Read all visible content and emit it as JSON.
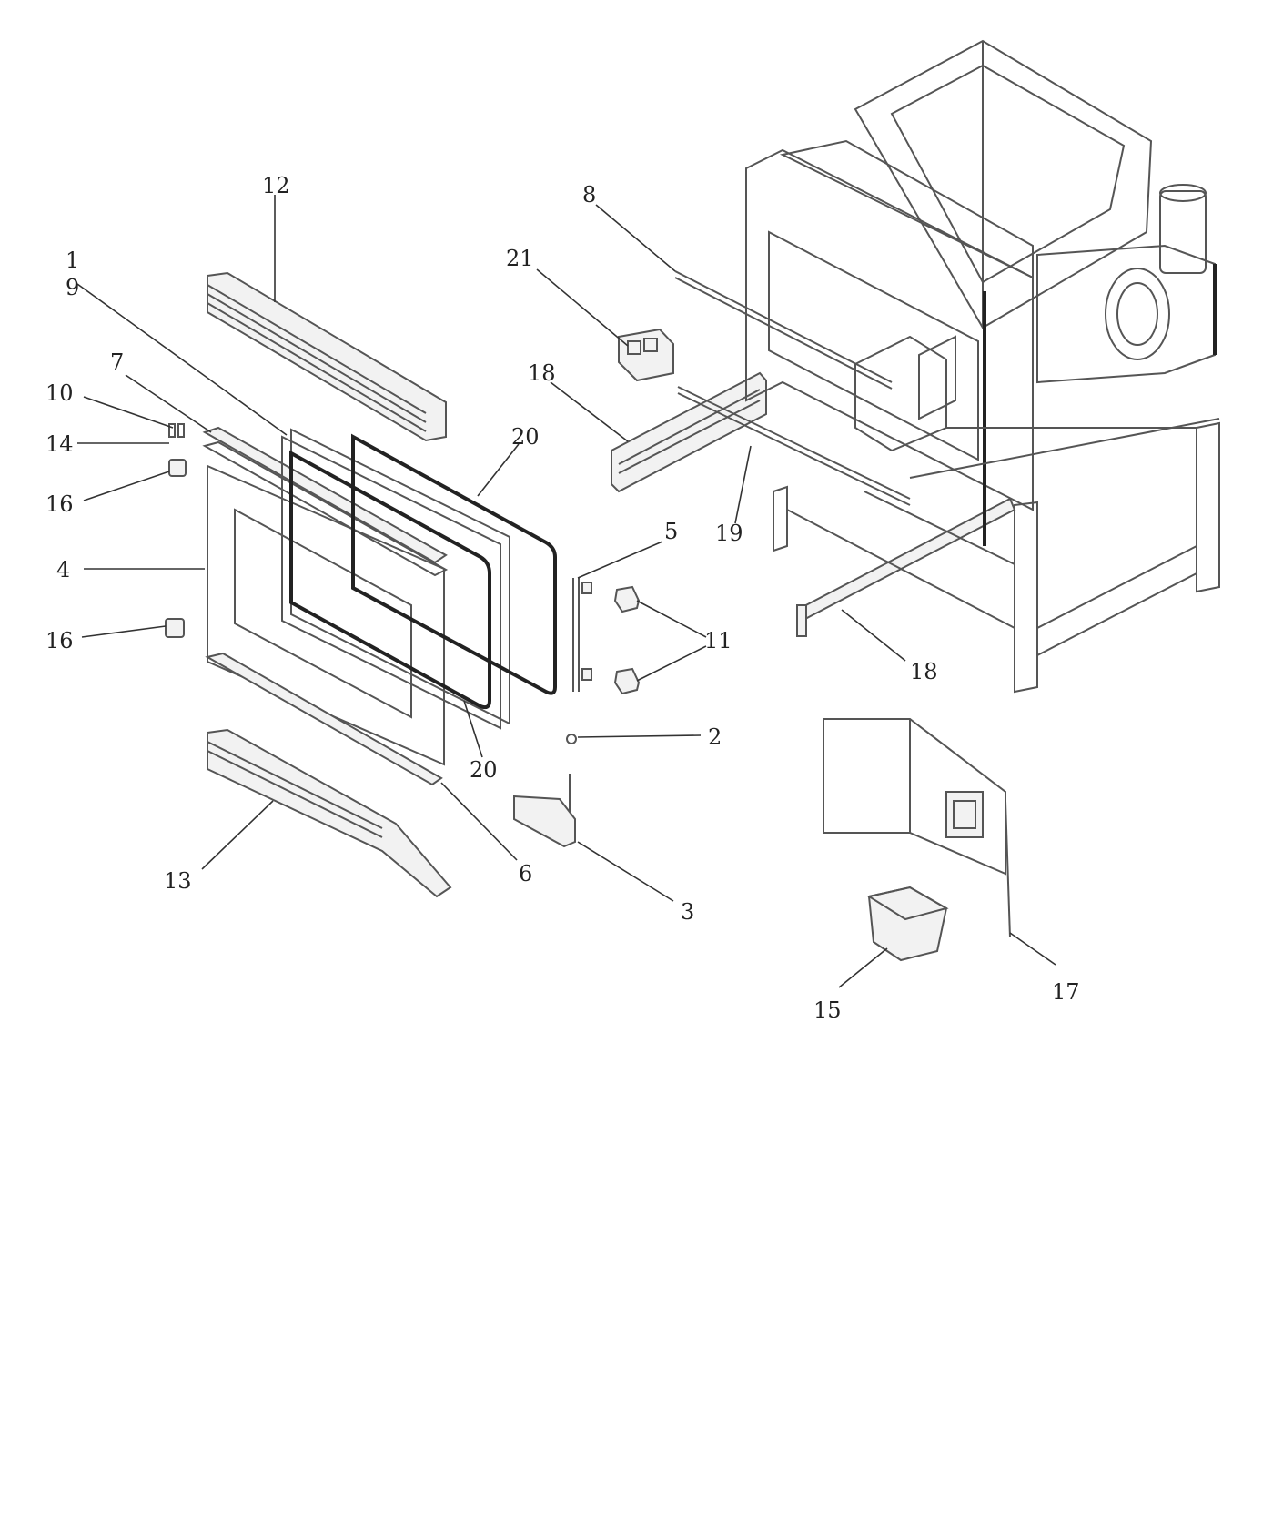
{
  "callouts": [
    {
      "id": "c12",
      "label": "12"
    },
    {
      "id": "c1",
      "label": "1"
    },
    {
      "id": "c9",
      "label": "9"
    },
    {
      "id": "c7",
      "label": "7"
    },
    {
      "id": "c10",
      "label": "10"
    },
    {
      "id": "c14",
      "label": "14"
    },
    {
      "id": "c16a",
      "label": "16"
    },
    {
      "id": "c4",
      "label": "4"
    },
    {
      "id": "c16b",
      "label": "16"
    },
    {
      "id": "c20a",
      "label": "20"
    },
    {
      "id": "c20b",
      "label": "20"
    },
    {
      "id": "c13",
      "label": "13"
    },
    {
      "id": "c6",
      "label": "6"
    },
    {
      "id": "c8",
      "label": "8"
    },
    {
      "id": "c21",
      "label": "21"
    },
    {
      "id": "c18a",
      "label": "18"
    },
    {
      "id": "c19",
      "label": "19"
    },
    {
      "id": "c5",
      "label": "5"
    },
    {
      "id": "c11",
      "label": "11"
    },
    {
      "id": "c2",
      "label": "2"
    },
    {
      "id": "c3",
      "label": "3"
    },
    {
      "id": "c18b",
      "label": "18"
    },
    {
      "id": "c17",
      "label": "17"
    },
    {
      "id": "c15",
      "label": "15"
    }
  ]
}
